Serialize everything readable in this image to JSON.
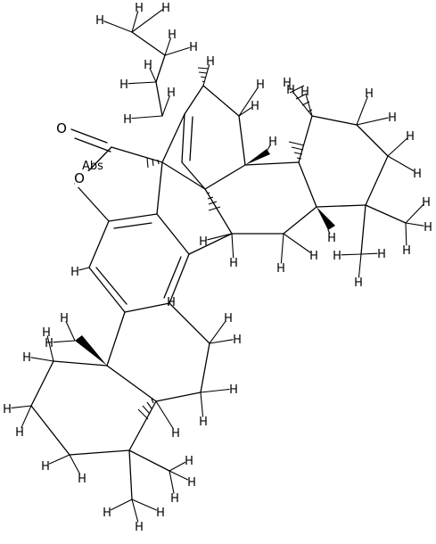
{
  "structure": {
    "atom_labels": {
      "hydrogen": "H",
      "ring_oxygen": "O",
      "carbonyl_oxygen": "O",
      "abs_marker": "Abs"
    }
  }
}
